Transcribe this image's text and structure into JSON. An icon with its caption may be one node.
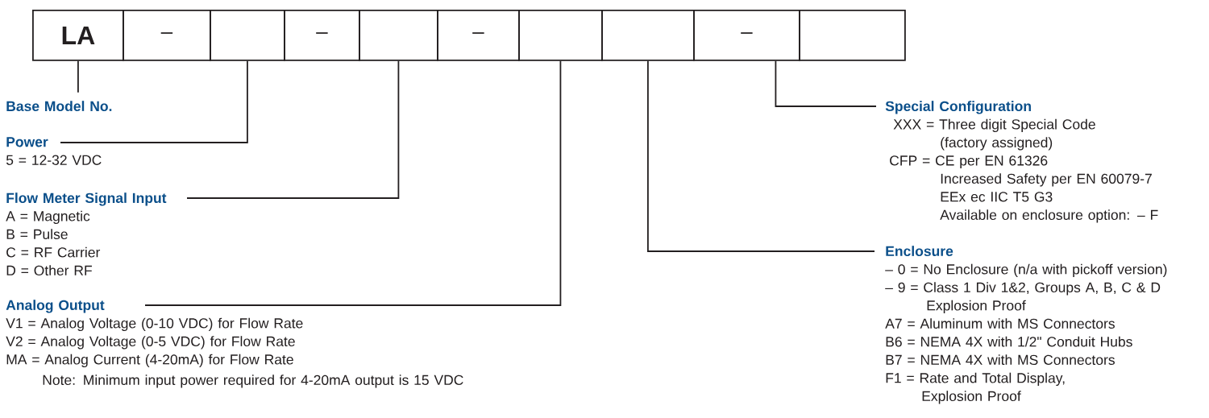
{
  "diagram": {
    "nodes": [
      {
        "text": [
          "LA"
        ]
      },
      {
        "text": [
          "–"
        ]
      },
      {
        "text": [],
        "shape": "box"
      },
      {
        "text": [
          "–"
        ]
      },
      {
        "text": [],
        "shape": "box"
      },
      {
        "text": [
          "–"
        ]
      },
      {
        "text": [],
        "shape": "box"
      },
      {
        "text": [],
        "shape": "box"
      },
      {
        "text": [
          "–"
        ]
      },
      {
        "text": [],
        "shape": "box"
      },
      {
        "text": [
          "Base Model No."
        ]
      },
      {
        "text": [
          "Power",
          "5 = 12-32 VDC"
        ]
      },
      {
        "text": [
          "Flow Meter Signal Input",
          "A = Magnetic",
          "B = Pulse",
          "C = RF Carrier",
          "D = Other RF"
        ]
      },
      {
        "text": [
          "Analog Output",
          "V1 = Analog Voltage (0-10 VDC) for Flow Rate",
          "V2 = Analog Voltage (0-5 VDC) for Flow Rate",
          "MA = Analog Current (4-20mA) for Flow Rate",
          "Note: Minimum input power required for 4-20mA output is 15 VDC"
        ]
      },
      {
        "text": [
          "Special Configuration",
          "XXX = Three digit Special Code (factory assigned)",
          "CFP = CE per EN 61326",
          "Increased Safety per EN 60079-7",
          "EEx ec IIC T5 G3",
          "Available on enclosure option: – F"
        ]
      },
      {
        "text": [
          "Enclosure",
          "– 0 = No Enclosure (n/a with pickoff version)",
          "– 9 = Class 1 Div 1&2, Groups A, B, C & D Explosion Proof",
          "A7 = Aluminum with MS Connectors",
          "B6 = NEMA 4X with 1/2\" Conduit Hubs",
          "B7 = NEMA 4X with MS Connectors",
          "F1 = Rate and Total Display, Explosion Proof"
        ]
      }
    ],
    "edges": [
      {
        "from": 10,
        "to": 0,
        "arrow": "none"
      },
      {
        "from": 11,
        "to": 2,
        "arrow": "none"
      },
      {
        "from": 12,
        "to": 4,
        "arrow": "none"
      },
      {
        "from": 13,
        "to": 6,
        "arrow": "none"
      },
      {
        "from": 14,
        "to": 8,
        "arrow": "none"
      },
      {
        "from": 15,
        "to": 7,
        "arrow": "none"
      }
    ]
  }
}
